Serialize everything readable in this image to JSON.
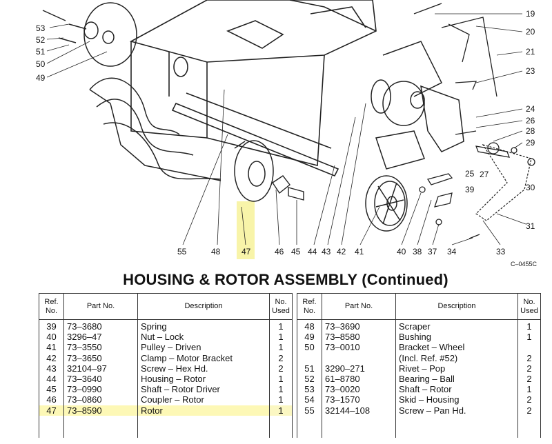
{
  "figure": {
    "callouts_left": [
      "53",
      "52",
      "51",
      "50",
      "49"
    ],
    "callouts_right": [
      "19",
      "20",
      "21",
      "23",
      "24",
      "26",
      "28",
      "29",
      "30",
      "31"
    ],
    "callouts_bottom": [
      "55",
      "48",
      "47",
      "46",
      "45",
      "44",
      "43",
      "42",
      "41",
      "40",
      "38",
      "37",
      "34",
      "33"
    ],
    "callouts_mid": [
      "25",
      "27",
      "39"
    ],
    "figure_code": "C–0455C",
    "highlight_ref": "47",
    "highlight_color": "#f7f3a0"
  },
  "title": "HOUSING & ROTOR ASSEMBLY (Continued)",
  "table_headers": {
    "ref": "Ref. No.",
    "part": "Part No.",
    "desc": "Description",
    "used": "No. Used"
  },
  "left_table": [
    {
      "ref": "39",
      "part": "73–3680",
      "desc": "Spring",
      "used": "1"
    },
    {
      "ref": "40",
      "part": "3296–47",
      "desc": "Nut – Lock",
      "used": "1"
    },
    {
      "ref": "41",
      "part": "73–3550",
      "desc": "Pulley – Driven",
      "used": "1"
    },
    {
      "ref": "42",
      "part": "73–3650",
      "desc": "Clamp – Motor Bracket",
      "used": "2"
    },
    {
      "ref": "43",
      "part": "32104–97",
      "desc": "Screw – Hex Hd.",
      "used": "2"
    },
    {
      "ref": "44",
      "part": "73–3640",
      "desc": "Housing – Rotor",
      "used": "1"
    },
    {
      "ref": "45",
      "part": "73–0990",
      "desc": "Shaft – Rotor Driver",
      "used": "1"
    },
    {
      "ref": "46",
      "part": "73–0860",
      "desc": "Coupler – Rotor",
      "used": "1"
    },
    {
      "ref": "47",
      "part": "73–8590",
      "desc": "Rotor",
      "used": "1"
    }
  ],
  "right_table": [
    {
      "ref": "48",
      "part": "73–3690",
      "desc": "Scraper",
      "used": "1"
    },
    {
      "ref": "49",
      "part": "73–8580",
      "desc": "Bushing",
      "used": "1"
    },
    {
      "ref": "50",
      "part": "73–0010",
      "desc": "Bracket – Wheel",
      "used": ""
    },
    {
      "ref": "",
      "part": "",
      "desc": "(Incl. Ref. #52)",
      "used": "2"
    },
    {
      "ref": "51",
      "part": "3290–271",
      "desc": "Rivet – Pop",
      "used": "2"
    },
    {
      "ref": "52",
      "part": "61–8780",
      "desc": "Bearing – Ball",
      "used": "2"
    },
    {
      "ref": "53",
      "part": "73–0020",
      "desc": "Shaft – Rotor",
      "used": "1"
    },
    {
      "ref": "54",
      "part": "73–1570",
      "desc": "Skid – Housing",
      "used": "2"
    },
    {
      "ref": "55",
      "part": "32144–108",
      "desc": "Screw – Pan Hd.",
      "used": "2"
    }
  ]
}
